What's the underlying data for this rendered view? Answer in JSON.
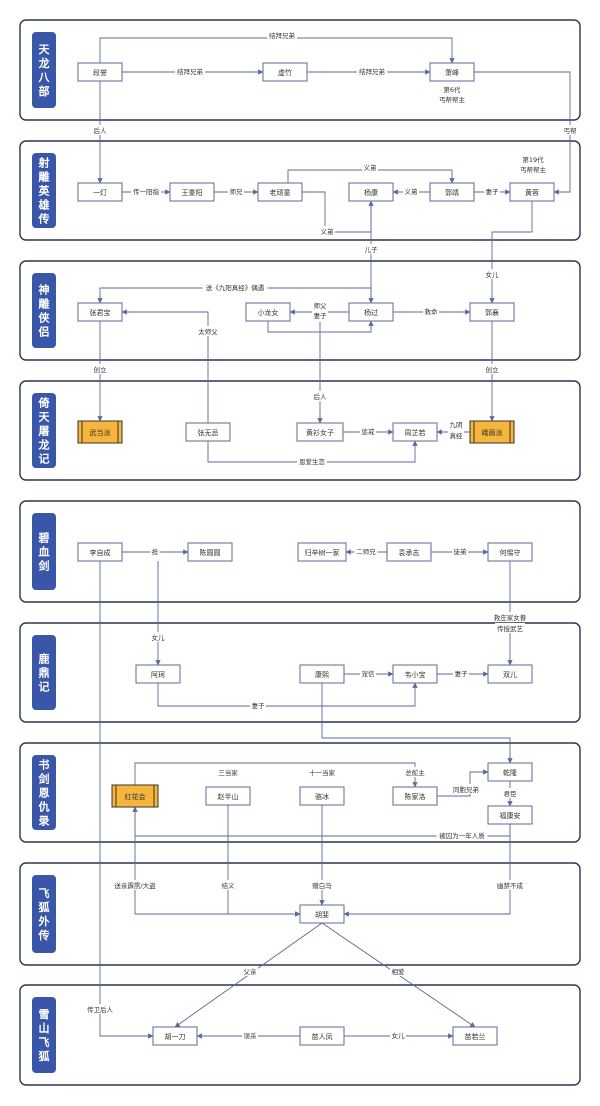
{
  "sections": [
    {
      "id": "s1",
      "title": "天龙八部"
    },
    {
      "id": "s2",
      "title": "射雕英雄传"
    },
    {
      "id": "s3",
      "title": "神雕侠侣"
    },
    {
      "id": "s4",
      "title": "倚天屠龙记"
    },
    {
      "id": "s5",
      "title": "碧血剑"
    },
    {
      "id": "s6",
      "title": "鹿鼎记"
    },
    {
      "id": "s7",
      "title": "书剑恩仇录"
    },
    {
      "id": "s8",
      "title": "飞狐外传"
    },
    {
      "id": "s9",
      "title": "雪山飞狐"
    }
  ],
  "nodes": [
    {
      "id": "duanyu",
      "label": "段誉"
    },
    {
      "id": "xuzhu",
      "label": "虚竹"
    },
    {
      "id": "qiaofeng",
      "label": "萧峰"
    },
    {
      "id": "yideng",
      "label": "一灯"
    },
    {
      "id": "wangchongyang",
      "label": "王重阳"
    },
    {
      "id": "laowantong",
      "label": "老顽童"
    },
    {
      "id": "yangkang",
      "label": "杨康"
    },
    {
      "id": "guojing",
      "label": "郭靖"
    },
    {
      "id": "huangrong",
      "label": "黄蓉"
    },
    {
      "id": "zhangjunbao",
      "label": "张君宝"
    },
    {
      "id": "xiaolongnv",
      "label": "小龙女"
    },
    {
      "id": "yangguo",
      "label": "杨过"
    },
    {
      "id": "guoxiang",
      "label": "郭襄"
    },
    {
      "id": "wudang",
      "label": "武当派",
      "highlight": true
    },
    {
      "id": "zhangwuji",
      "label": "张无忌"
    },
    {
      "id": "huangshan",
      "label": "黄衫女子"
    },
    {
      "id": "zhouzhiruo",
      "label": "周芷若"
    },
    {
      "id": "emei",
      "label": "峨眉派",
      "highlight": true
    },
    {
      "id": "lizicheng",
      "label": "李自成"
    },
    {
      "id": "chenyuanyuan",
      "label": "陈圆圆"
    },
    {
      "id": "guixin",
      "label": "归辛树一家"
    },
    {
      "id": "yuanchengzhi",
      "label": "袁承志"
    },
    {
      "id": "heitieshou",
      "label": "何惕守"
    },
    {
      "id": "aké",
      "label": "阿珂"
    },
    {
      "id": "kangxi",
      "label": "康熙"
    },
    {
      "id": "weixiaobao",
      "label": "韦小宝"
    },
    {
      "id": "shuanger",
      "label": "双儿"
    },
    {
      "id": "honghua",
      "label": "红花会",
      "highlight": true
    },
    {
      "id": "zhaobanshan",
      "label": "赵半山"
    },
    {
      "id": "luobing",
      "label": "骆冰"
    },
    {
      "id": "chenjialuo",
      "label": "陈家洛"
    },
    {
      "id": "qianlong",
      "label": "乾隆"
    },
    {
      "id": "fukangan",
      "label": "福康安"
    },
    {
      "id": "hufei",
      "label": "胡斐"
    },
    {
      "id": "huyidao",
      "label": "胡一刀"
    },
    {
      "id": "miaorenfeng",
      "label": "苗人凤"
    },
    {
      "id": "miaoruolan",
      "label": "苗若兰"
    }
  ],
  "edge_labels": [
    {
      "id": "jiebai_top",
      "text": "结拜兄弟"
    },
    {
      "id": "jiebai_1",
      "text": "结拜兄弟"
    },
    {
      "id": "jiebai_2",
      "text": "结拜兄弟"
    },
    {
      "id": "gaibang6",
      "text": "第6代"
    },
    {
      "id": "gaibang6b",
      "text": "丐帮帮主"
    },
    {
      "id": "houren1",
      "text": "后人"
    },
    {
      "id": "gaibang_side",
      "text": "丐帮"
    },
    {
      "id": "zhuan",
      "text": "传一阳指"
    },
    {
      "id": "shixiong",
      "text": "师兄"
    },
    {
      "id": "yifu_top",
      "text": "义弟"
    },
    {
      "id": "gaibang19",
      "text": "第19代"
    },
    {
      "id": "gaibang19b",
      "text": "丐帮帮主"
    },
    {
      "id": "yidi",
      "text": "义弟"
    },
    {
      "id": "qizi",
      "text": "妻子"
    },
    {
      "id": "yifu",
      "text": "义弟"
    },
    {
      "id": "erzi",
      "text": "儿子"
    },
    {
      "id": "nver",
      "text": "女儿"
    },
    {
      "id": "jiuyang",
      "text": "送《九阳真经》偶遇"
    },
    {
      "id": "taishifu",
      "text": "太师父"
    },
    {
      "id": "shifu",
      "text": "师父"
    },
    {
      "id": "qizi2",
      "text": "妻子"
    },
    {
      "id": "jiuming",
      "text": "救命"
    },
    {
      "id": "chuangli1",
      "text": "创立"
    },
    {
      "id": "chuangli2",
      "text": "创立"
    },
    {
      "id": "houren2",
      "text": "后人"
    },
    {
      "id": "guanjing",
      "text": "惩戒"
    },
    {
      "id": "jiuyin",
      "text": "九阴"
    },
    {
      "id": "jiuyin2",
      "text": "真经"
    },
    {
      "id": "enai",
      "text": "恩爱生恋"
    },
    {
      "id": "qiang",
      "text": "抢"
    },
    {
      "id": "ershixiong",
      "text": "二师兄"
    },
    {
      "id": "tudi",
      "text": "徒弟"
    },
    {
      "id": "jiuzhuang",
      "text": "救庄家女眷"
    },
    {
      "id": "chuanshou",
      "text": "传授武艺"
    },
    {
      "id": "nver2",
      "text": "女儿"
    },
    {
      "id": "chongxin",
      "text": "宠信"
    },
    {
      "id": "qizi3",
      "text": "妻子"
    },
    {
      "id": "qizi4",
      "text": "妻子"
    },
    {
      "id": "sandangjia",
      "text": "三当家"
    },
    {
      "id": "shiyidangjia",
      "text": "十一当家"
    },
    {
      "id": "zongduozhu",
      "text": "总舵主"
    },
    {
      "id": "tongbao",
      "text": "同胞兄弟"
    },
    {
      "id": "junchen",
      "text": "君臣"
    },
    {
      "id": "beiqiu",
      "text": "被囚为一年人质"
    },
    {
      "id": "bailaoshou",
      "text": "送亲霹雳/大盗"
    },
    {
      "id": "jingfu",
      "text": "结义"
    },
    {
      "id": "zengbaima",
      "text": "赠白马"
    },
    {
      "id": "fumu",
      "text": "幽禁不成"
    },
    {
      "id": "fuqin",
      "text": "父亲"
    },
    {
      "id": "xiangai",
      "text": "相爱"
    },
    {
      "id": "huwei",
      "text": "传卫后人"
    },
    {
      "id": "wusha",
      "text": "误杀"
    },
    {
      "id": "nver3",
      "text": "女儿"
    }
  ],
  "colors": {
    "line": "#5b6a99",
    "border": "#2a3550",
    "title_bg": "#3a56a8",
    "highlight": "#f5b63b",
    "node_border": "#5b6a99",
    "text": "#333333"
  }
}
